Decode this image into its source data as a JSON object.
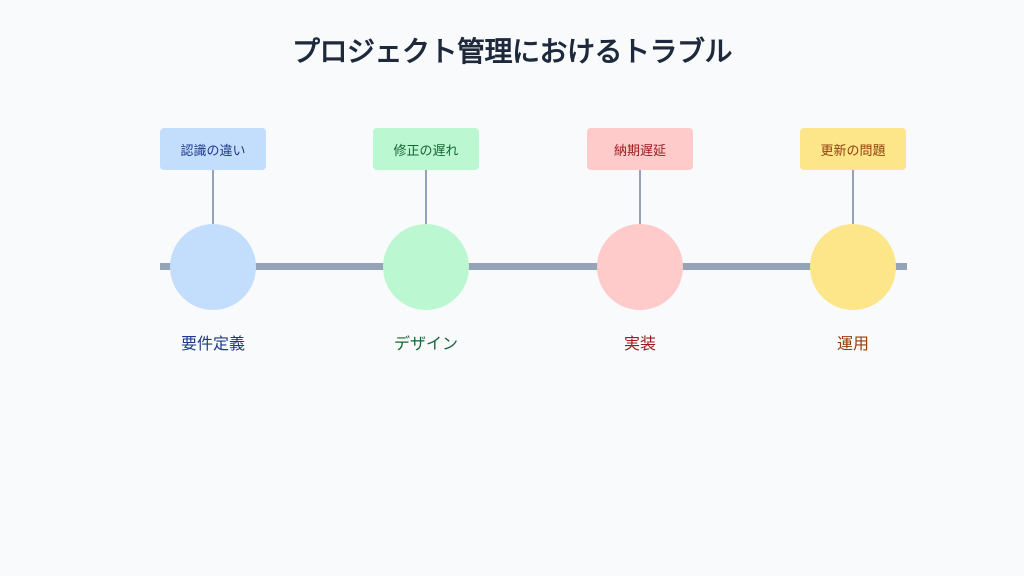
{
  "title": "プロジェクト管理におけるトラブル",
  "stages": [
    {
      "label": "要件定義",
      "issue": "認識の違い",
      "node_color": "#c3ddfd",
      "box_color": "#c3ddfd",
      "text_color": "#1e3a8a"
    },
    {
      "label": "デザイン",
      "issue": "修正の遅れ",
      "node_color": "#bbf7d0",
      "box_color": "#bbf7d0",
      "text_color": "#166534"
    },
    {
      "label": "実装",
      "issue": "納期遅延",
      "node_color": "#fecaca",
      "box_color": "#fecaca",
      "text_color": "#991b1b"
    },
    {
      "label": "運用",
      "issue": "更新の問題",
      "node_color": "#fde68a",
      "box_color": "#fde68a",
      "text_color": "#92400e"
    }
  ]
}
